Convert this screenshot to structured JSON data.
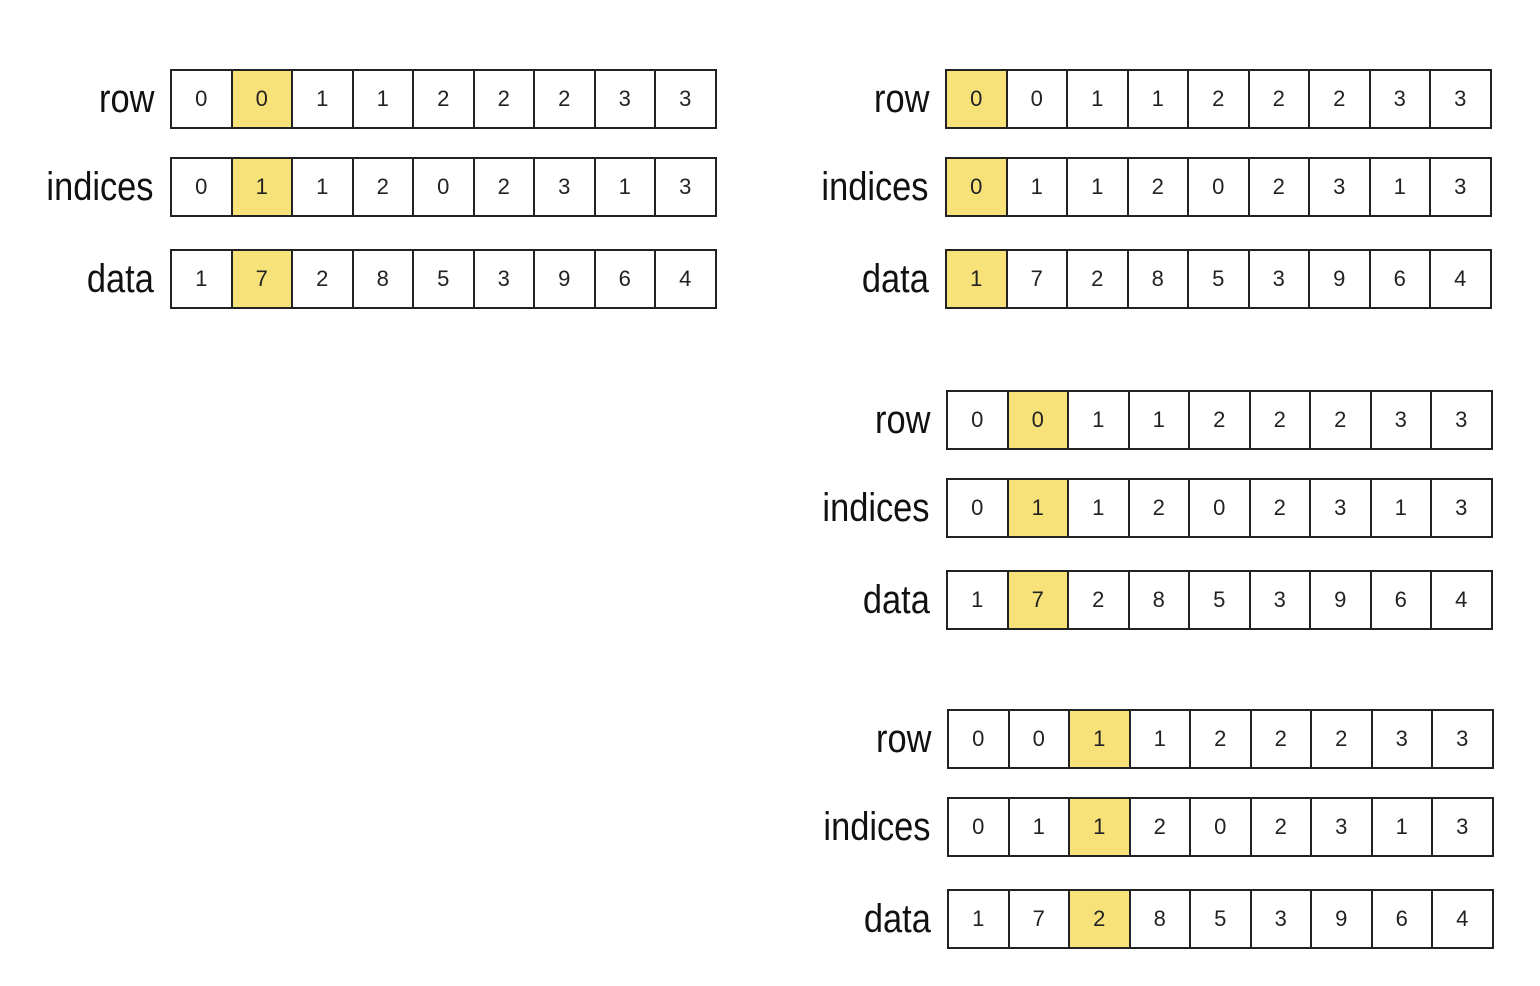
{
  "highlight_color": "#f7e27a",
  "panels": [
    {
      "highlight_index": 1,
      "arrays": [
        {
          "label": "row",
          "values": [
            "0",
            "0",
            "1",
            "1",
            "2",
            "2",
            "2",
            "3",
            "3"
          ]
        },
        {
          "label": "indices",
          "values": [
            "0",
            "1",
            "1",
            "2",
            "0",
            "2",
            "3",
            "1",
            "3"
          ]
        },
        {
          "label": "data",
          "values": [
            "1",
            "7",
            "2",
            "8",
            "5",
            "3",
            "9",
            "6",
            "4"
          ]
        }
      ]
    },
    {
      "highlight_index": 0,
      "arrays": [
        {
          "label": "row",
          "values": [
            "0",
            "0",
            "1",
            "1",
            "2",
            "2",
            "2",
            "3",
            "3"
          ]
        },
        {
          "label": "indices",
          "values": [
            "0",
            "1",
            "1",
            "2",
            "0",
            "2",
            "3",
            "1",
            "3"
          ]
        },
        {
          "label": "data",
          "values": [
            "1",
            "7",
            "2",
            "8",
            "5",
            "3",
            "9",
            "6",
            "4"
          ]
        }
      ]
    },
    {
      "highlight_index": 1,
      "arrays": [
        {
          "label": "row",
          "values": [
            "0",
            "0",
            "1",
            "1",
            "2",
            "2",
            "2",
            "3",
            "3"
          ]
        },
        {
          "label": "indices",
          "values": [
            "0",
            "1",
            "1",
            "2",
            "0",
            "2",
            "3",
            "1",
            "3"
          ]
        },
        {
          "label": "data",
          "values": [
            "1",
            "7",
            "2",
            "8",
            "5",
            "3",
            "9",
            "6",
            "4"
          ]
        }
      ]
    },
    {
      "highlight_index": 2,
      "arrays": [
        {
          "label": "row",
          "values": [
            "0",
            "0",
            "1",
            "1",
            "2",
            "2",
            "2",
            "3",
            "3"
          ]
        },
        {
          "label": "indices",
          "values": [
            "0",
            "1",
            "1",
            "2",
            "0",
            "2",
            "3",
            "1",
            "3"
          ]
        },
        {
          "label": "data",
          "values": [
            "1",
            "7",
            "2",
            "8",
            "5",
            "3",
            "9",
            "6",
            "4"
          ]
        }
      ]
    }
  ]
}
